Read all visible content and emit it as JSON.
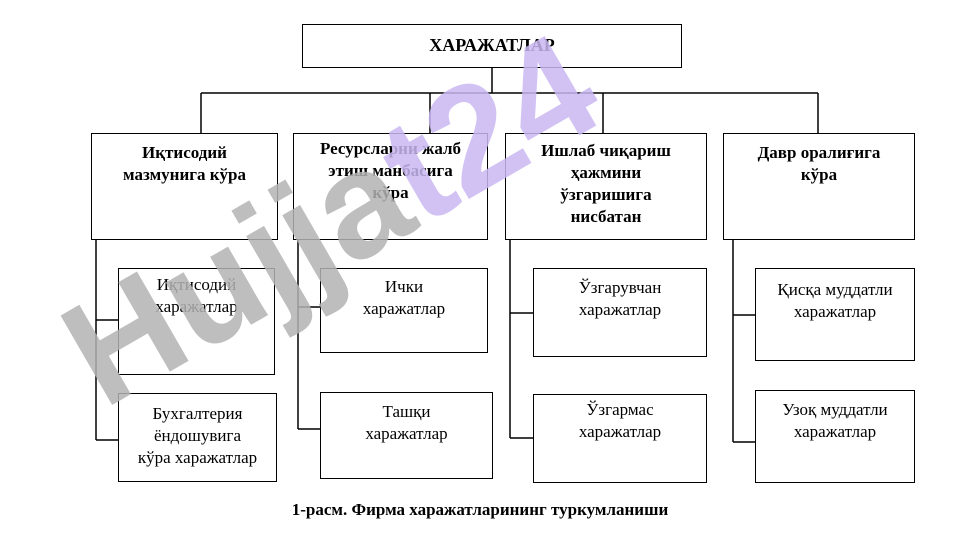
{
  "title": "ХАРАЖАТЛАР",
  "categories": [
    {
      "label": "Иқтисодий\nмазмунига кўра",
      "items": [
        "Иқтисодий\nхаражатлар",
        "Бухгалтерия\nёндошувига\nкўра харажатлар"
      ]
    },
    {
      "label": "Ресурсларни жалб\nэтиш манбасига\nкўра",
      "items": [
        "Ички\nхаражатлар",
        "Ташқи\nхаражатлар"
      ]
    },
    {
      "label": "Ишлаб чиқариш\nҳажмини\nўзгаришига\nнисбатан",
      "items": [
        "Ўзгарувчан\nхаражатлар",
        "Ўзгармас\nхаражатлар"
      ]
    },
    {
      "label": "Давр оралиғига\nкўра",
      "items": [
        "Қисқа муддатли\nхаражатлар",
        "Узоқ муддатли\nхаражатлар"
      ]
    }
  ],
  "caption": "1-расм. Фирма харажатларининг туркумланиши",
  "watermark": {
    "gray_text": "Hujja",
    "purple_text": "t24",
    "gray_color": "#b3b3b3",
    "purple_color": "#c9b8f2"
  }
}
